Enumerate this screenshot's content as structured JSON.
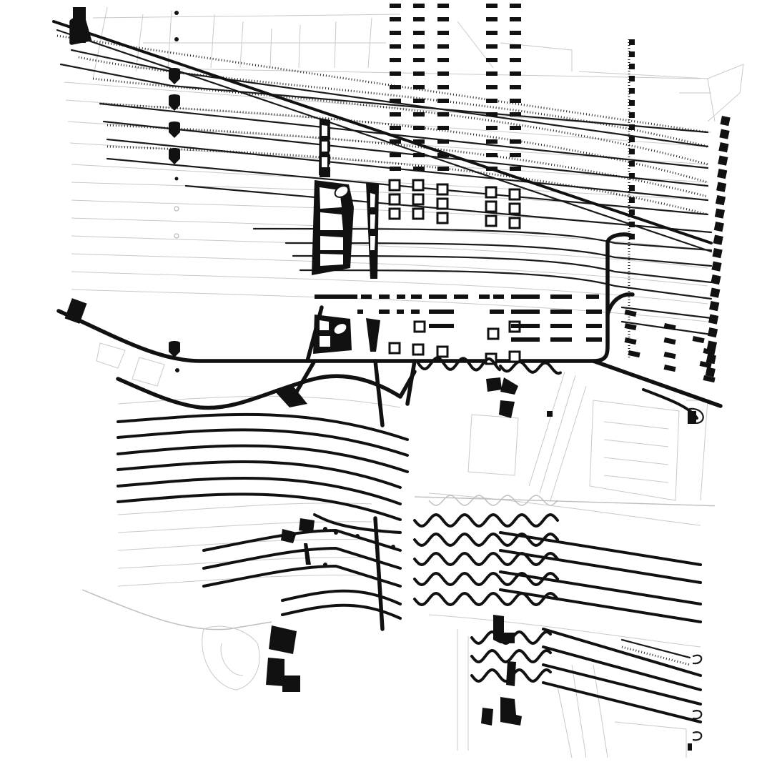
{
  "drawing": {
    "type": "urban-masterplan-line-drawing",
    "has_text": false,
    "ink_color": "#111111",
    "context_line_color": "#c9c9c9",
    "background_color": "#ffffff"
  },
  "layers": {
    "context_streets": "context-linework",
    "parallel_strips": "landscape-strip-lines",
    "strip_bars": "black-strip-bars",
    "dashed_columns": "dash-columns",
    "square_units": "square-pavilions",
    "wavy_paths": "wavy-promenades",
    "building_blocks": "building-blocks",
    "main_axis": "main-axis-promenade"
  }
}
